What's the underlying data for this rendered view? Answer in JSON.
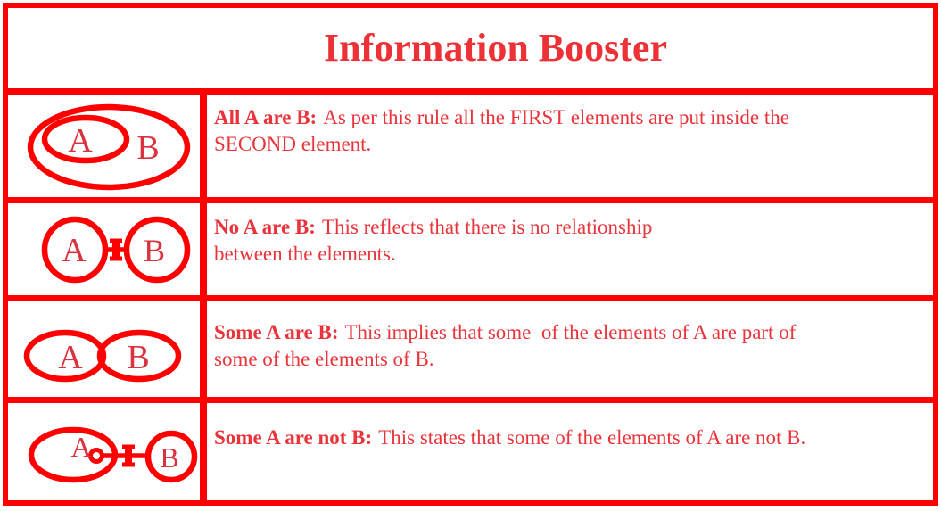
{
  "title": "Information Booster",
  "colors": {
    "border": "#fe0000",
    "shape_stroke": "#fe0000",
    "text": "#e8343a",
    "title_text": "#ed3237",
    "diagram_letter": "#da323e",
    "background": "#ffffff"
  },
  "rows": [
    {
      "rule": "all-a-are-b",
      "label": "All A are B:",
      "line1": "As per this rule all the FIRST elements are put inside the",
      "line2": "SECOND element.",
      "diagram": {
        "type": "a-inside-b",
        "labels": {
          "a": "A",
          "b": "B"
        }
      }
    },
    {
      "rule": "no-a-are-b",
      "label": "No A are B:",
      "line1": "This reflects that there is no relationship",
      "line2": "between the elements.",
      "diagram": {
        "type": "disjoint-circles",
        "labels": {
          "a": "A",
          "b": "B"
        }
      }
    },
    {
      "rule": "some-a-are-b",
      "label": "Some A are B:",
      "line1": "This implies that some  of the elements of A are part of",
      "line2": "some of the elements of B.",
      "diagram": {
        "type": "overlapping-ellipses",
        "labels": {
          "a": "A",
          "b": "B"
        }
      }
    },
    {
      "rule": "some-a-are-not-b",
      "label": "Some A are not B:",
      "line1": "This states that some of the elements of A are not B.",
      "line2": "",
      "diagram": {
        "type": "a-excluded-from-b",
        "labels": {
          "a": "A",
          "b": "B"
        }
      }
    }
  ]
}
